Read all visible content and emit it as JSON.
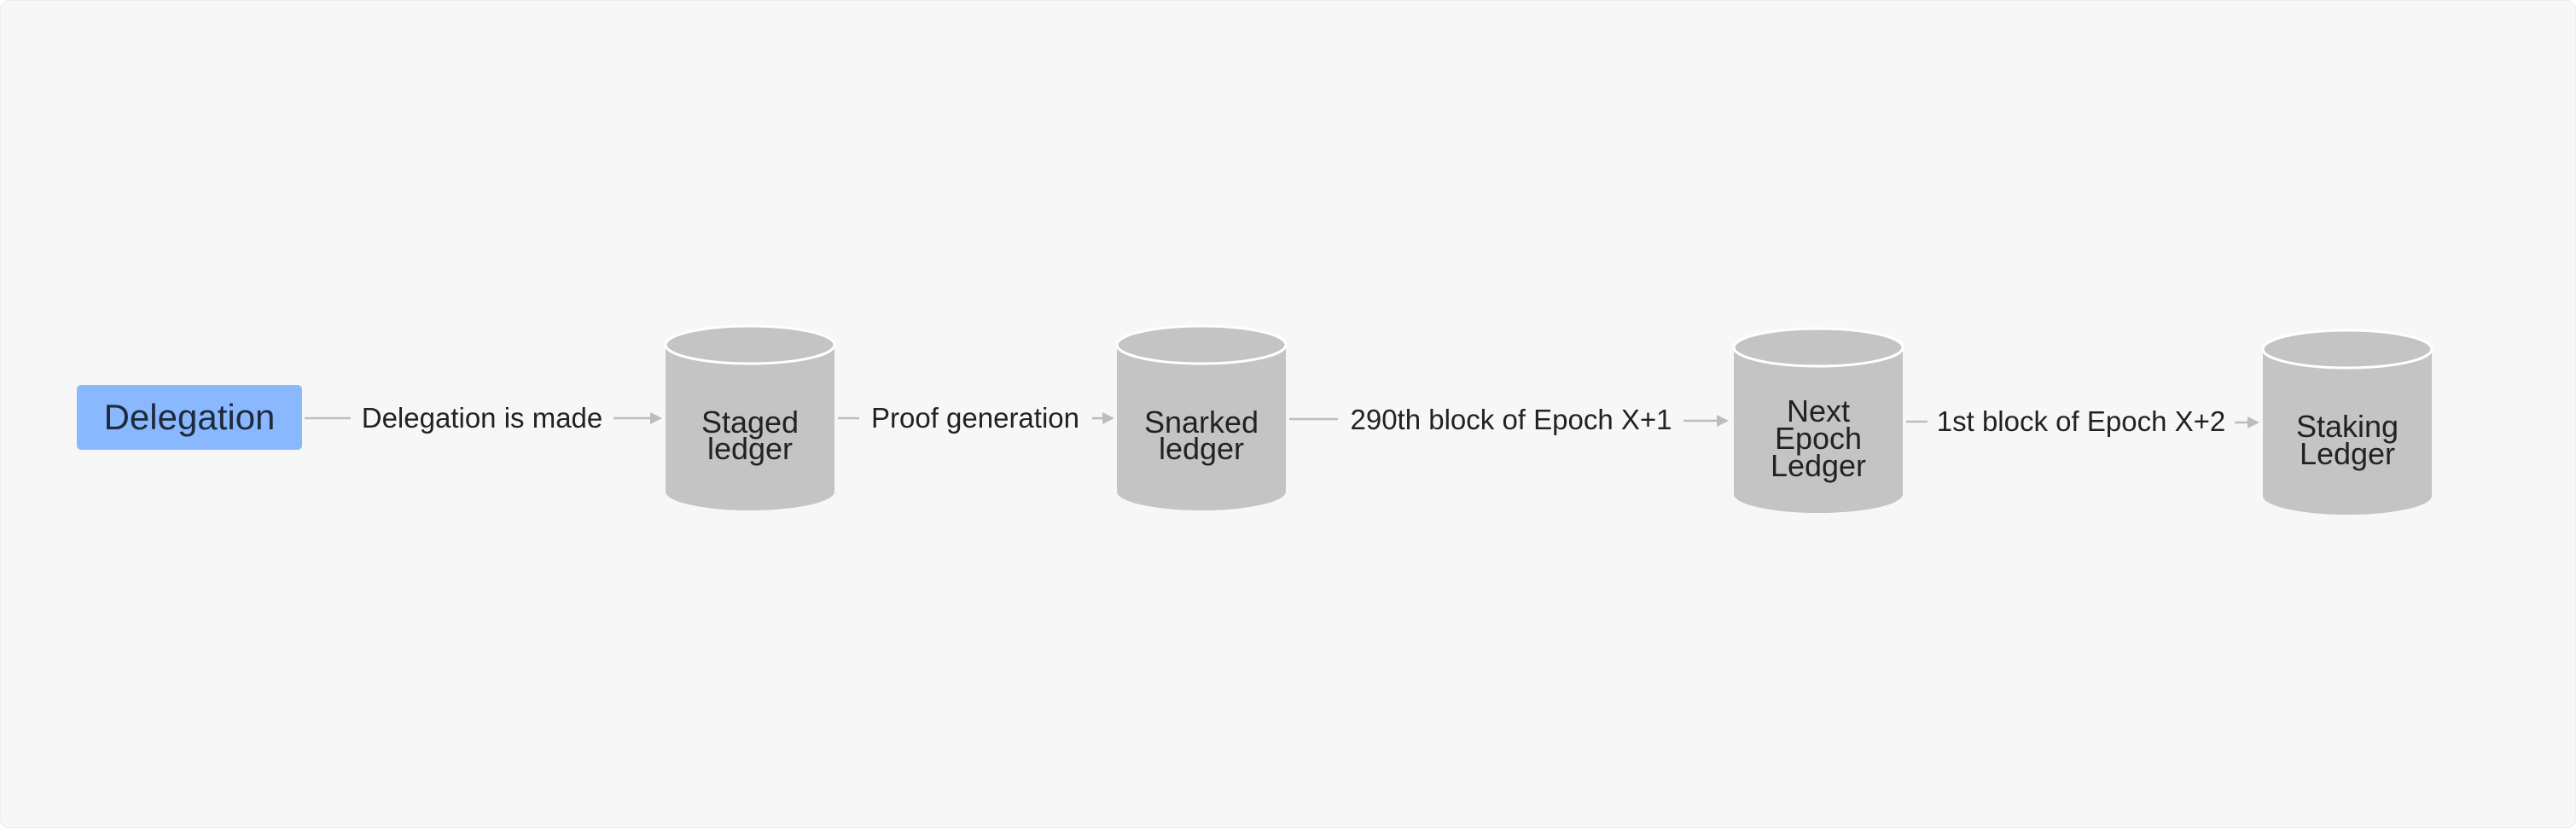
{
  "diagram": {
    "start": {
      "label": "Delegation",
      "color": "#8ab8ff"
    },
    "nodes": [
      {
        "id": "staged",
        "lines": [
          "Staged",
          "ledger"
        ]
      },
      {
        "id": "snarked",
        "lines": [
          "Snarked",
          "ledger"
        ]
      },
      {
        "id": "next-epoch",
        "lines": [
          "Next",
          "Epoch",
          "Ledger"
        ]
      },
      {
        "id": "staking",
        "lines": [
          "Staking",
          "Ledger"
        ]
      }
    ],
    "edges": [
      {
        "from": "start",
        "to": "staged",
        "label": "Delegation is made"
      },
      {
        "from": "staged",
        "to": "snarked",
        "label": "Proof generation"
      },
      {
        "from": "snarked",
        "to": "next-epoch",
        "label": "290th block of Epoch X+1"
      },
      {
        "from": "next-epoch",
        "to": "staking",
        "label": "1st block of Epoch X+2"
      }
    ],
    "colors": {
      "background": "#f7f7f7",
      "cylinder": "#c4c4c4",
      "cylinder_rim": "#ffffff",
      "edge": "#bdbdbd",
      "text": "#222222"
    }
  }
}
